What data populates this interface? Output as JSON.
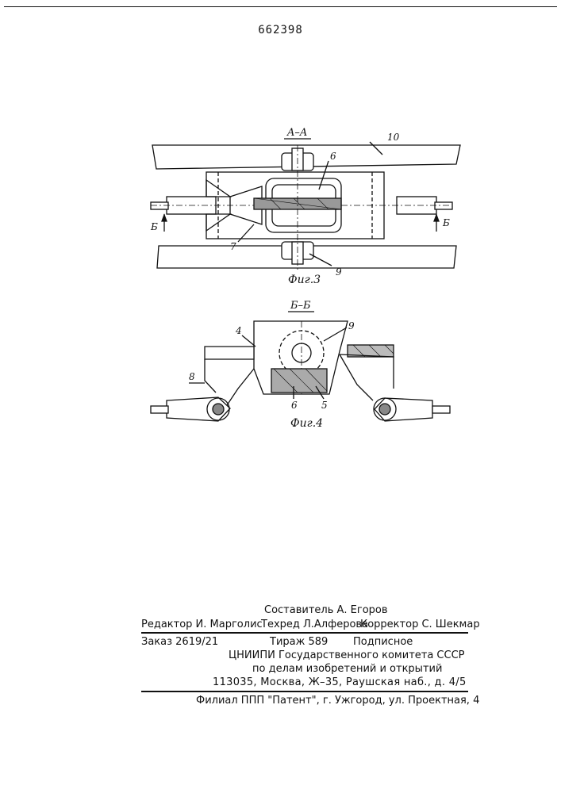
{
  "patent_number": "662398",
  "fig3": {
    "section_label": "A–A",
    "caption": "Фиг.3",
    "labels": {
      "l10": "10",
      "l6": "6",
      "l7": "7",
      "l9": "9",
      "b_left": "Б",
      "b_right": "Б"
    }
  },
  "fig4": {
    "section_label": "Б–Б",
    "caption": "Фиг.4",
    "labels": {
      "l4": "4",
      "l9": "9",
      "l8": "8",
      "l6": "6",
      "l5": "5"
    }
  },
  "colophon": {
    "compiler": "Составитель А. Егоров",
    "editor": "Редактор И. Марголис",
    "techred": "Техред Л.Алферова",
    "corrector": "Корректор С. Шекмар",
    "order": "Заказ 2619/21",
    "print_run": "Тираж 589",
    "subscription": "Подписное",
    "org_line1": "ЦНИИПИ Государственного комитета СССР",
    "org_line2": "по делам изобретений и открытий",
    "address": "113035, Москва, Ж–35, Раушская наб., д. 4/5",
    "branch": "Филиал ППП \"Патент\", г. Ужгород, ул. Проектная, 4"
  }
}
